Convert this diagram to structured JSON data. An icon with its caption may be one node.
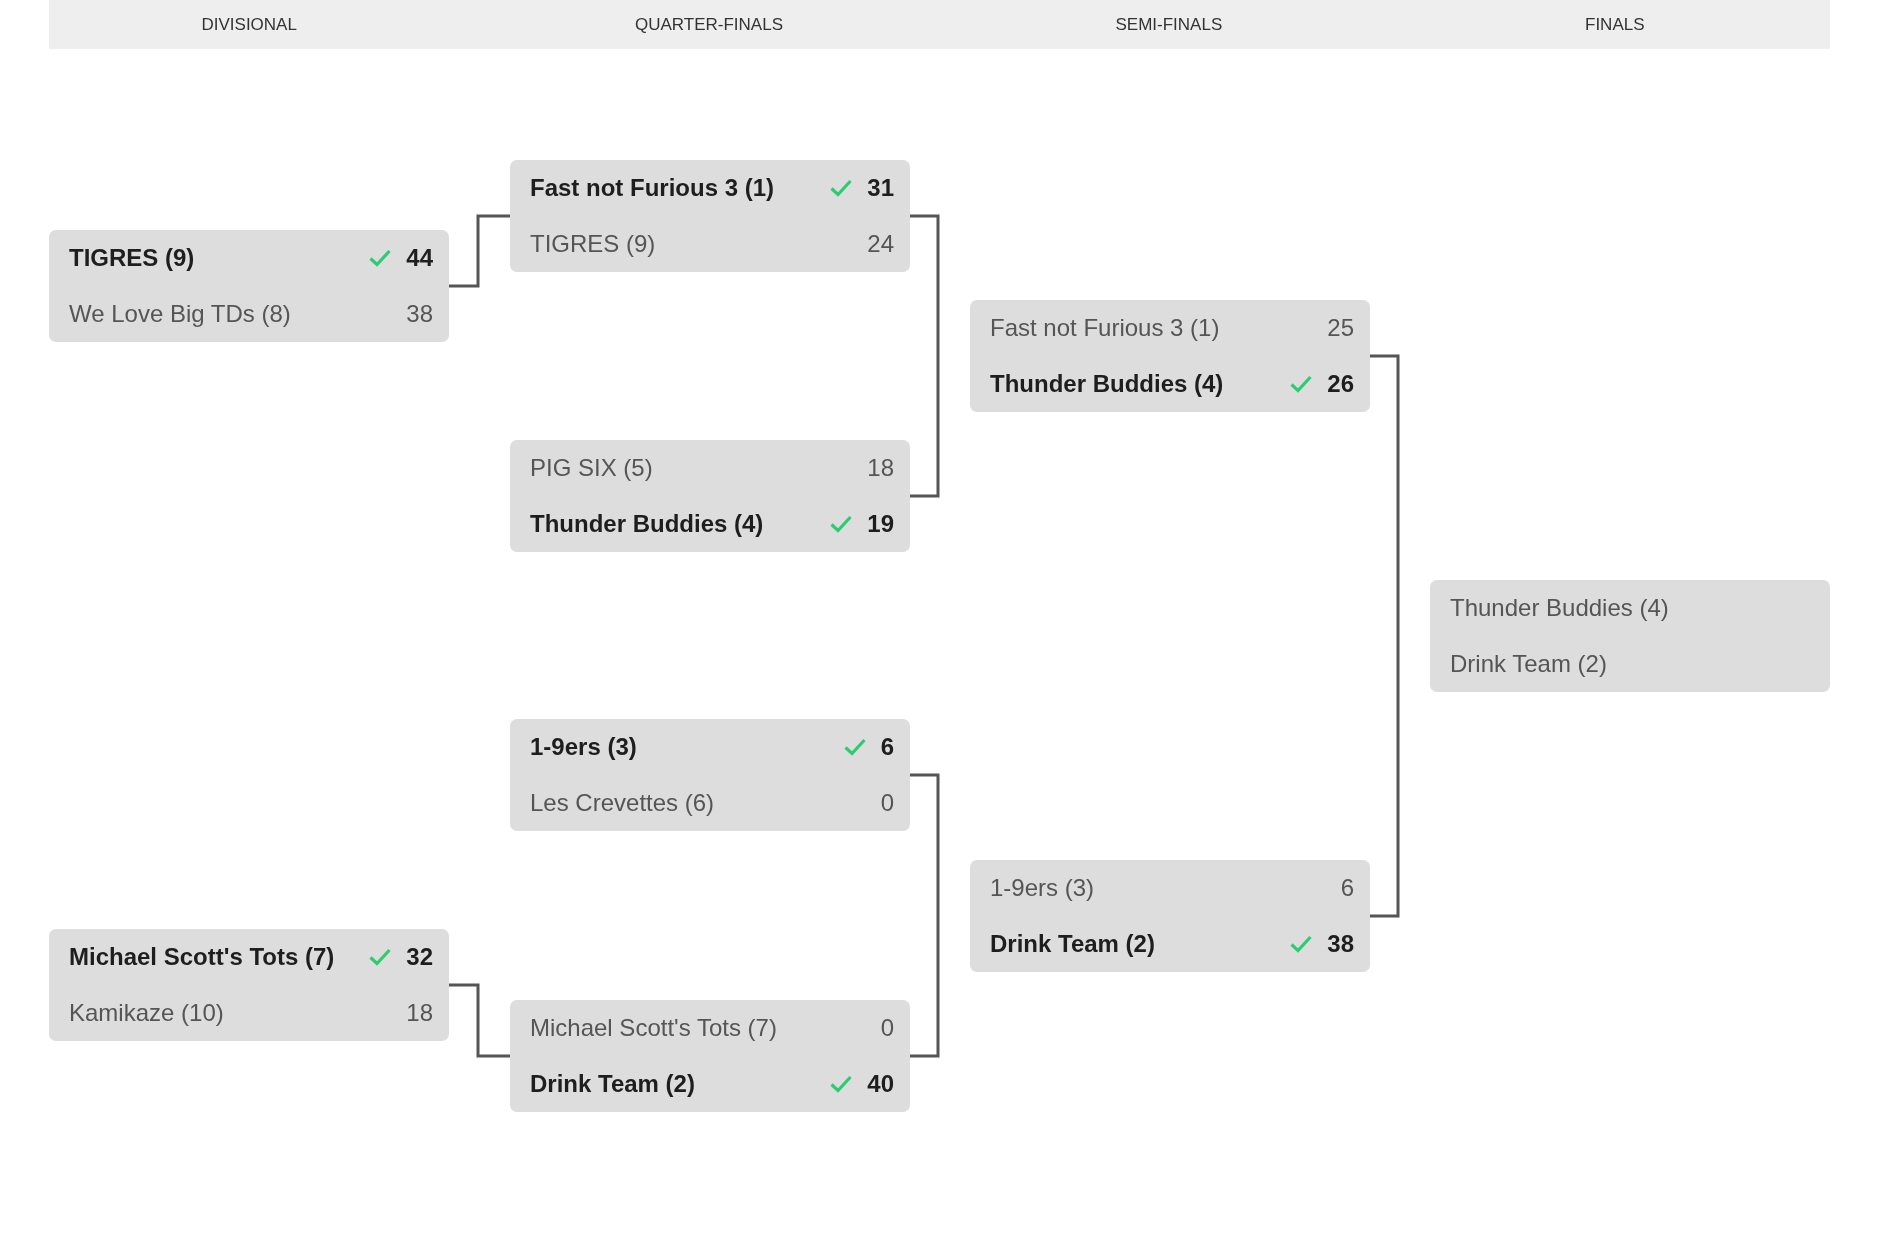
{
  "diagram": {
    "nodes": [
      {
        "text": [
          "TIGRES (9)",
          "44",
          "We Love Big TDs (8)",
          "38"
        ]
      },
      {
        "text": [
          "Michael Scott's Tots (7)",
          "32",
          "Kamikaze (10)",
          "18"
        ]
      },
      {
        "text": [
          "Fast not Furious 3 (1)",
          "31",
          "TIGRES (9)",
          "24"
        ]
      },
      {
        "text": [
          "PIG SIX (5)",
          "18",
          "Thunder Buddies (4)",
          "19"
        ]
      },
      {
        "text": [
          "1-9ers (3)",
          "6",
          "Les Crevettes (6)",
          "0"
        ]
      },
      {
        "text": [
          "Michael Scott's Tots (7)",
          "0",
          "Drink Team (2)",
          "40"
        ]
      },
      {
        "text": [
          "Fast not Furious 3 (1)",
          "25",
          "Thunder Buddies (4)",
          "26"
        ]
      },
      {
        "text": [
          "1-9ers (3)",
          "6",
          "Drink Team (2)",
          "38"
        ]
      },
      {
        "text": [
          "Thunder Buddies (4)",
          "Drink Team (2)"
        ]
      }
    ],
    "edges": [
      {
        "from": 0,
        "to": 2,
        "arrow": "none"
      },
      {
        "from": 2,
        "to": 3,
        "arrow": "none"
      },
      {
        "from": 4,
        "to": 5,
        "arrow": "none"
      },
      {
        "from": 1,
        "to": 5,
        "arrow": "none"
      },
      {
        "from": 6,
        "to": 7,
        "arrow": "none"
      }
    ],
    "labels": [
      "DIVISIONAL",
      "QUARTER-FINALS",
      "SEMI-FINALS",
      "FINALS"
    ]
  }
}
